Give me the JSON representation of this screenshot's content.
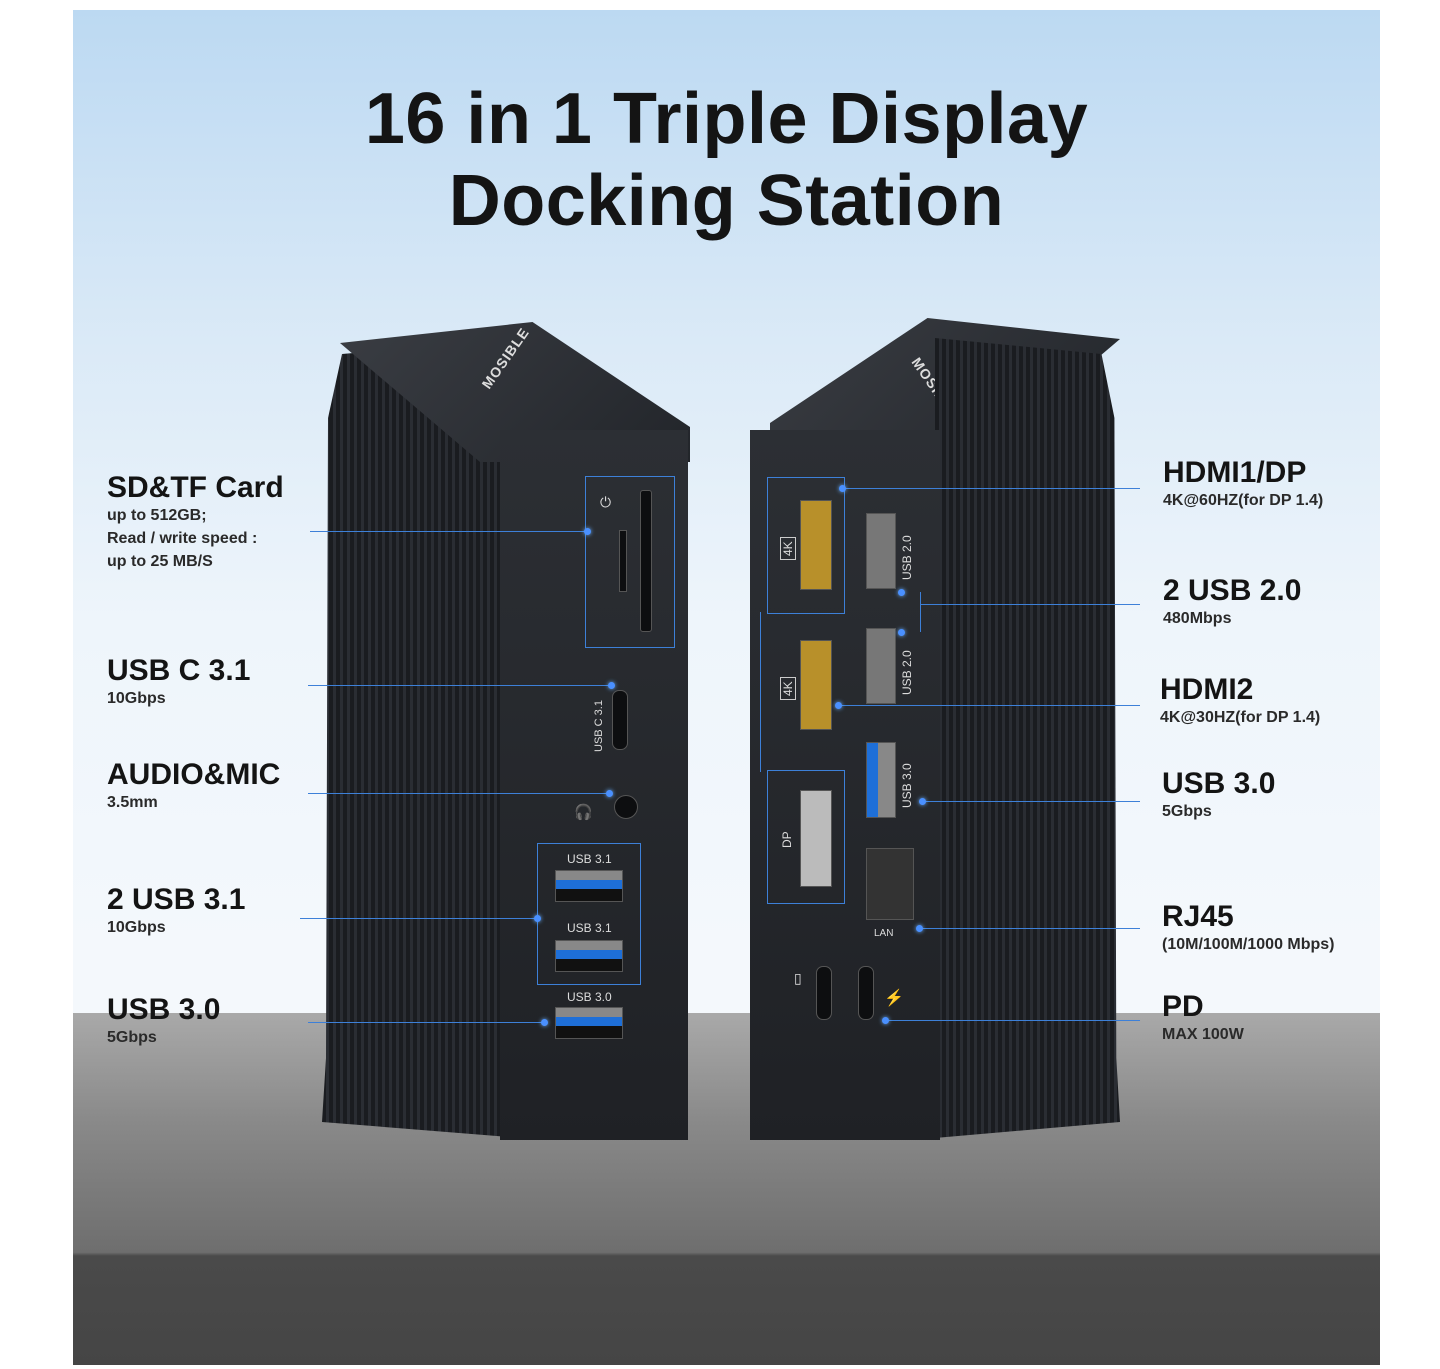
{
  "title": {
    "line1": "16 in 1 Triple Display",
    "line2": "Docking Station"
  },
  "accent_color": "#3d80d8",
  "brand_logo": "MOSIBLE",
  "left_labels": [
    {
      "heading": "SD&TF Card",
      "details": [
        "up to 512GB;",
        "Read / write speed :",
        "up to 25 MB/S"
      ]
    },
    {
      "heading": "USB C 3.1",
      "details": [
        "10Gbps"
      ]
    },
    {
      "heading": "AUDIO&MIC",
      "details": [
        "3.5mm"
      ]
    },
    {
      "heading": "2 USB 3.1",
      "details": [
        "10Gbps"
      ]
    },
    {
      "heading": "USB 3.0",
      "details": [
        "5Gbps"
      ]
    }
  ],
  "right_labels": [
    {
      "heading": "HDMI1/DP",
      "details": [
        "4K@60HZ(for DP 1.4)"
      ]
    },
    {
      "heading": "2 USB 2.0",
      "details": [
        "480Mbps"
      ]
    },
    {
      "heading": "HDMI2",
      "details": [
        "4K@30HZ(for DP 1.4)"
      ]
    },
    {
      "heading": "USB 3.0",
      "details": [
        "5Gbps"
      ]
    },
    {
      "heading": "RJ45",
      "details": [
        "(10M/100M/1000 Mbps)"
      ]
    },
    {
      "heading": "PD",
      "details": [
        "MAX 100W"
      ]
    }
  ],
  "port_labels": {
    "usb31": "USB 3.1",
    "usb30": "USB 3.0",
    "usbc31": "USB C 3.1",
    "usb20": "USB 2.0",
    "k4": "4K",
    "dp": "DP",
    "lan": "LAN"
  }
}
